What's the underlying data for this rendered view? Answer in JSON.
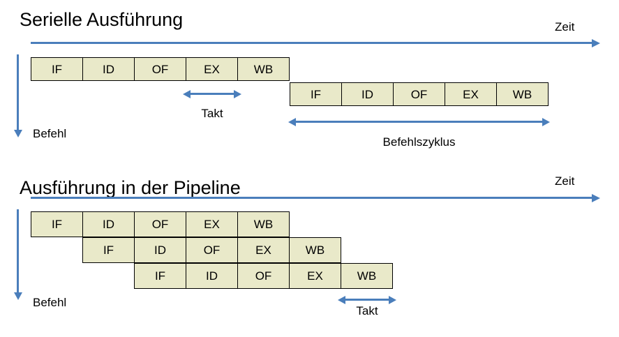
{
  "page": {
    "accent_blue": "#4a7ebb",
    "box_fill": "#e9e9c9",
    "box_border": "#000000",
    "background": "#ffffff"
  },
  "serial": {
    "title": "Serielle Ausführung",
    "time_label": "Zeit",
    "instruction_label": "Befehl",
    "clock_label": "Takt",
    "cycle_label": "Befehlszyklus",
    "rows": [
      {
        "stages": [
          "IF",
          "ID",
          "OF",
          "EX",
          "WB"
        ]
      },
      {
        "stages": [
          "IF",
          "ID",
          "OF",
          "EX",
          "WB"
        ]
      }
    ]
  },
  "pipeline": {
    "title": "Ausführung in der Pipeline",
    "time_label": "Zeit",
    "instruction_label": "Befehl",
    "clock_label": "Takt",
    "rows": [
      {
        "stages": [
          "IF",
          "ID",
          "OF",
          "EX",
          "WB"
        ]
      },
      {
        "stages": [
          "IF",
          "ID",
          "OF",
          "EX",
          "WB"
        ]
      },
      {
        "stages": [
          "IF",
          "ID",
          "OF",
          "EX",
          "WB"
        ]
      }
    ]
  }
}
